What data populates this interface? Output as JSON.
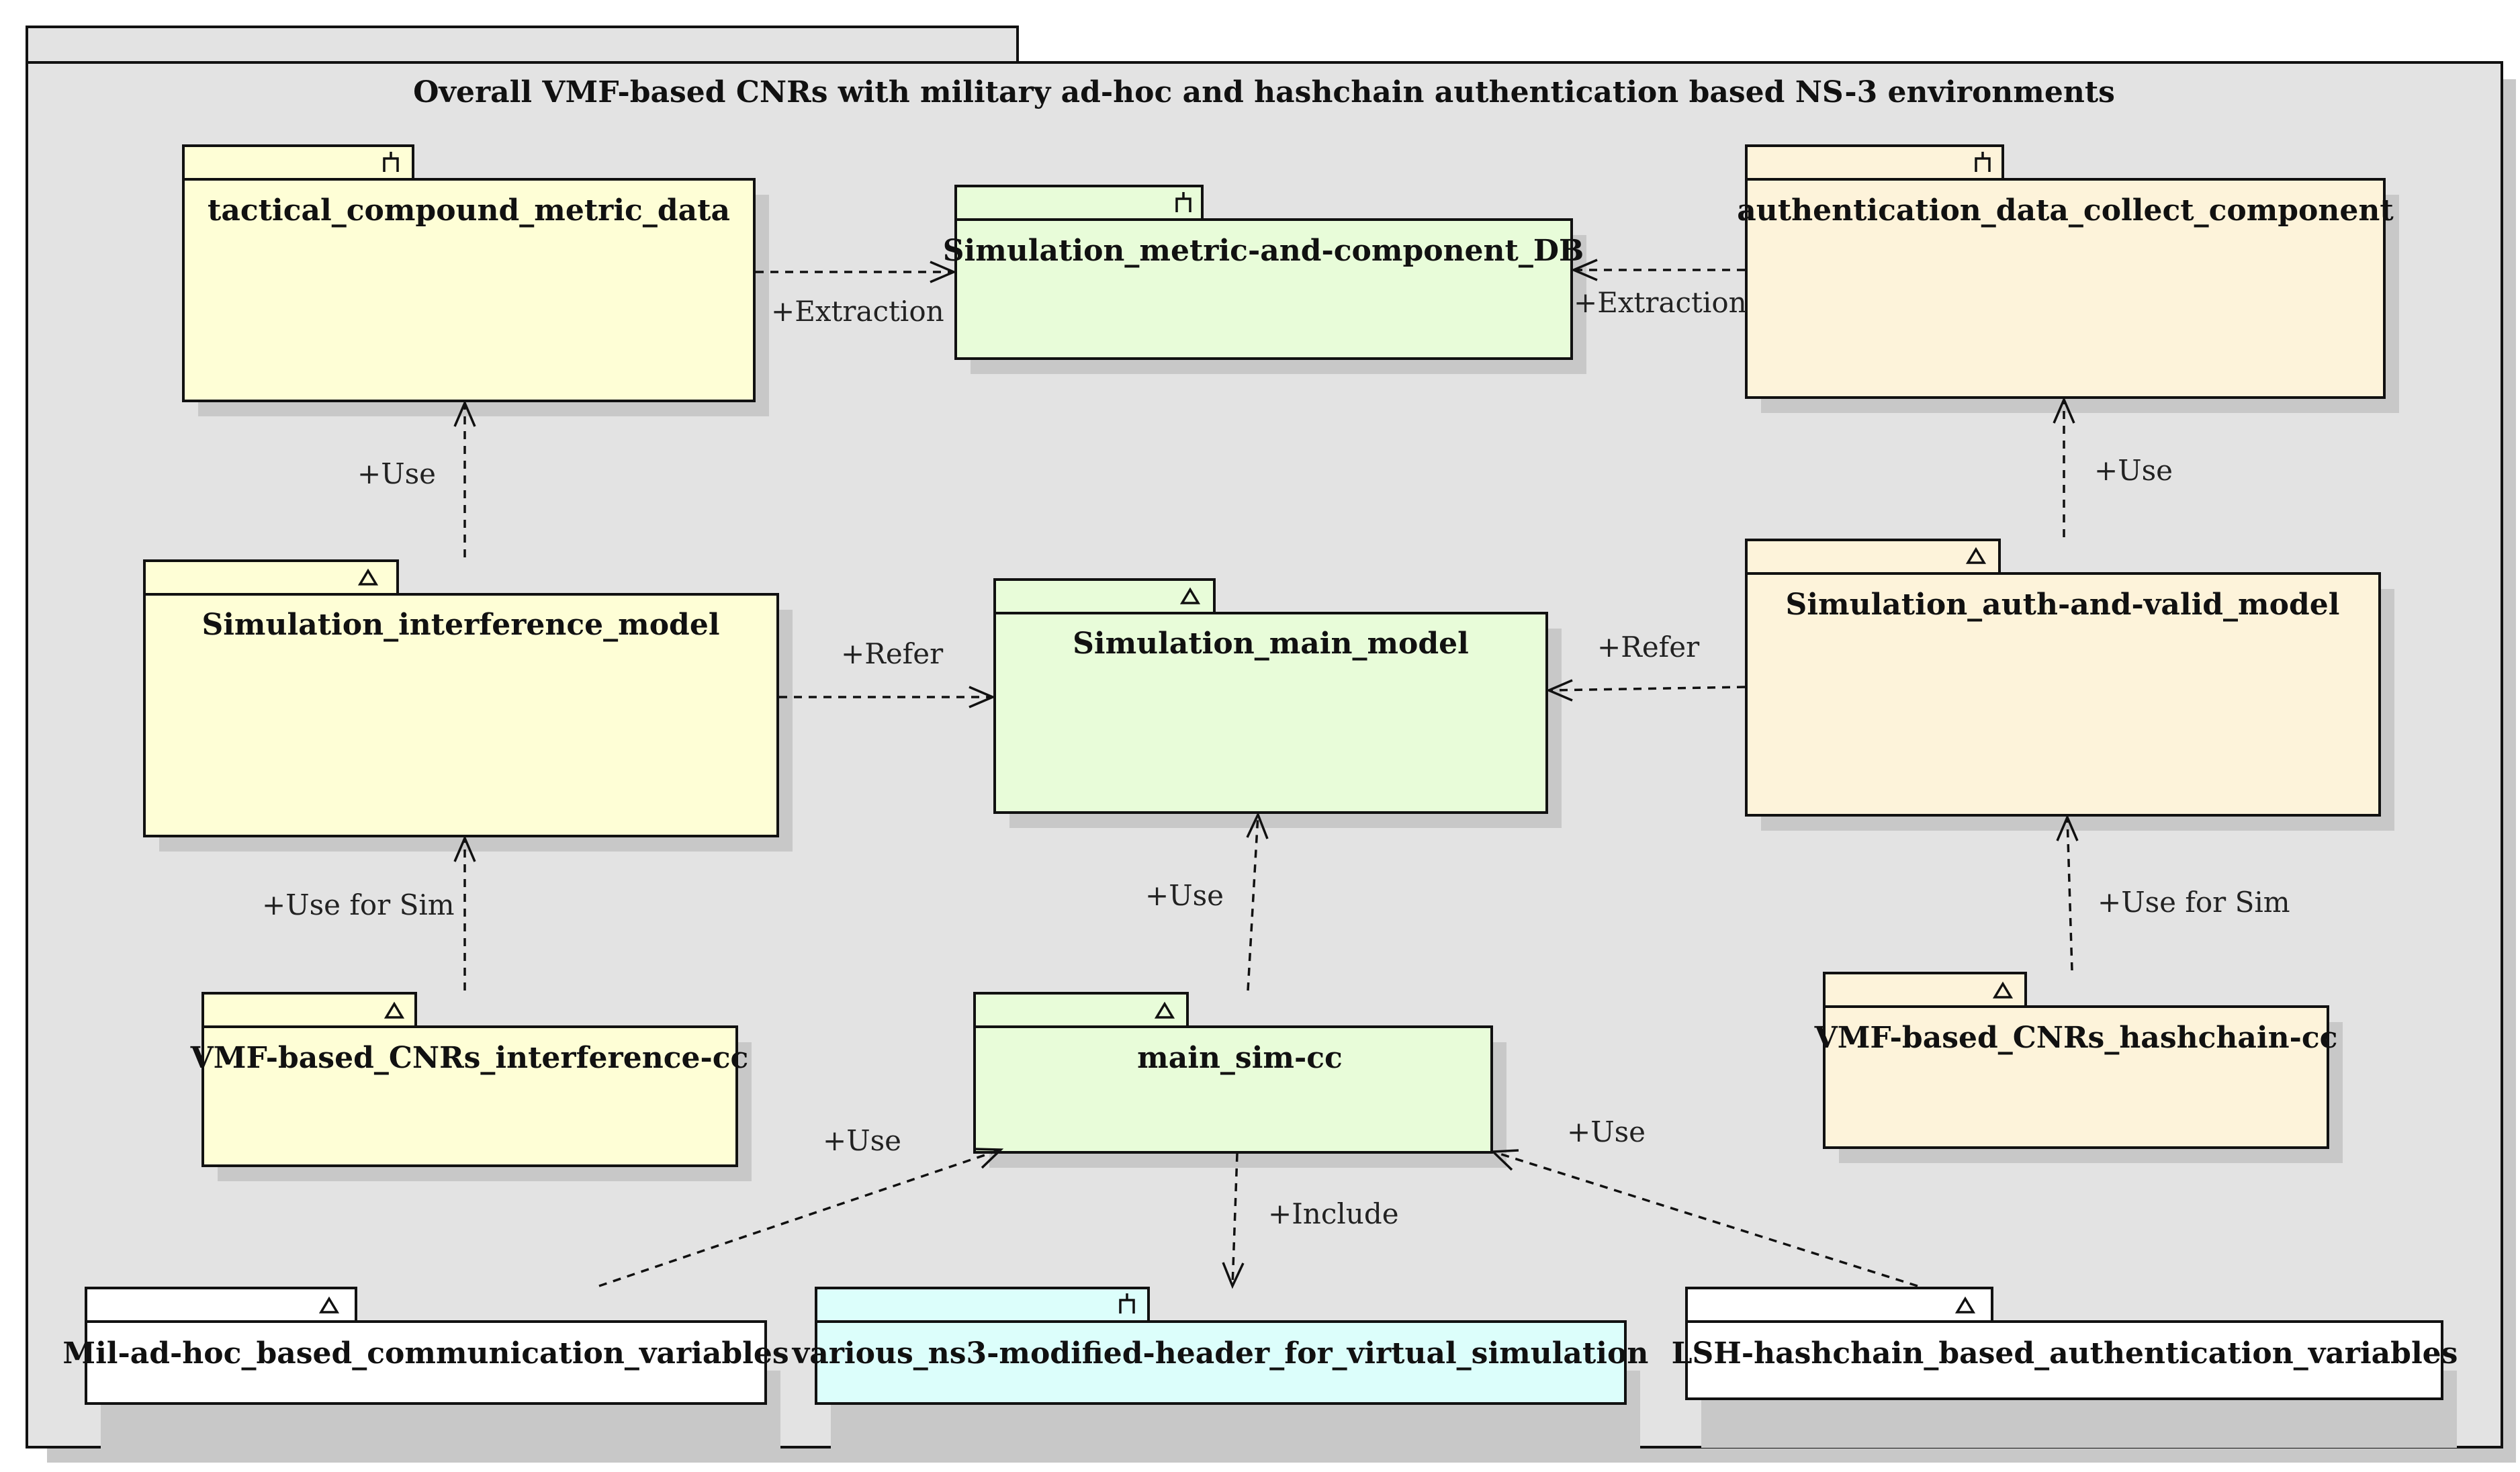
{
  "diagram_title": "Overall VMF-based CNRs with military ad-hoc and hashchain authentication based NS-3 environments",
  "colors": {
    "frame_bg": "#e3e3e3",
    "yellow": "#fefed6",
    "green": "#e8fcd9",
    "orange": "#fdf3da",
    "cyan": "#dcfefb",
    "white": "#ffffff"
  },
  "packages": {
    "tactical_metric": {
      "name": "tactical_compound_metric_data",
      "icon": "subsystem-icon"
    },
    "sim_db": {
      "name": "Simulation_metric-and-component_DB",
      "icon": "subsystem-icon"
    },
    "auth_collect": {
      "name": "authentication_data_collect_component",
      "icon": "subsystem-icon"
    },
    "interference_model": {
      "name": "Simulation_interference_model",
      "icon": "triangle-icon"
    },
    "main_model": {
      "name": "Simulation_main_model",
      "icon": "triangle-icon"
    },
    "auth_valid_model": {
      "name": "Simulation_auth-and-valid_model",
      "icon": "triangle-icon"
    },
    "interference_cc": {
      "name": "VMF-based_CNRs_interference-cc",
      "icon": "triangle-icon"
    },
    "main_sim_cc": {
      "name": "main_sim-cc",
      "icon": "triangle-icon"
    },
    "hashchain_cc": {
      "name": "VMF-based_CNRs_hashchain-cc",
      "icon": "triangle-icon"
    },
    "mil_vars": {
      "name": "Mil-ad-hoc_based_communication_variables",
      "icon": "triangle-icon"
    },
    "ns3_header": {
      "name": "various_ns3-modified-header_for_virtual_simulation",
      "icon": "subsystem-icon"
    },
    "lsh_vars": {
      "name": "LSH-hashchain_based_authentication_variables",
      "icon": "triangle-icon"
    }
  },
  "relations": {
    "extraction_left": "+Extraction",
    "extraction_right": "+Extraction",
    "use_left": "+Use",
    "use_right": "+Use",
    "refer_left": "+Refer",
    "refer_right": "+Refer",
    "use_for_sim_left": "+Use for Sim",
    "use_for_sim_right": "+Use for Sim",
    "use_main": "+Use",
    "use_mil": "+Use",
    "use_lsh": "+Use",
    "include": "+Include"
  }
}
